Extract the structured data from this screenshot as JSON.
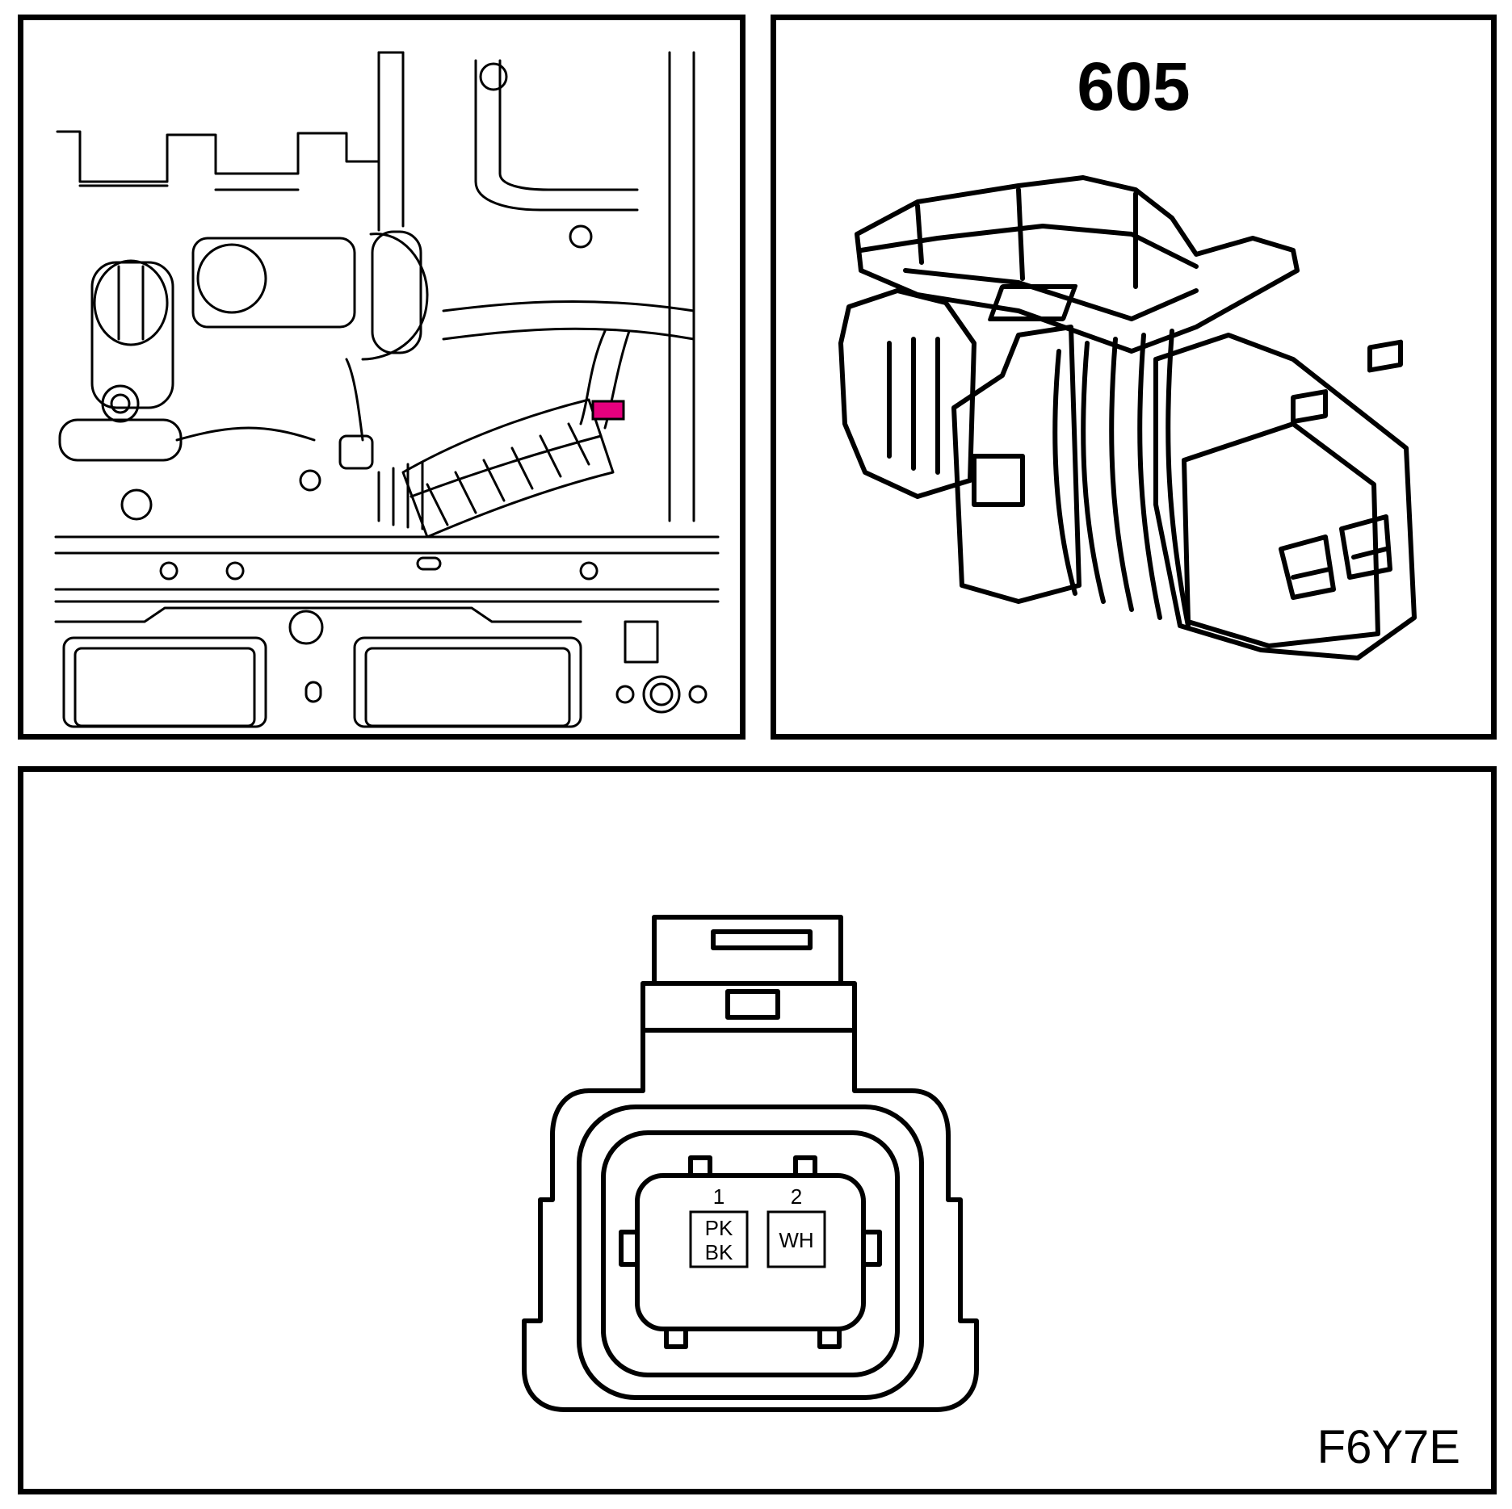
{
  "connector": {
    "number": "605",
    "highlight_color": "#e6007e",
    "pins": [
      {
        "number": "1",
        "wire_color_lines": [
          "PK",
          "BK"
        ]
      },
      {
        "number": "2",
        "wire_color_lines": [
          "WH"
        ]
      }
    ]
  },
  "figure_code": "F6Y7E"
}
